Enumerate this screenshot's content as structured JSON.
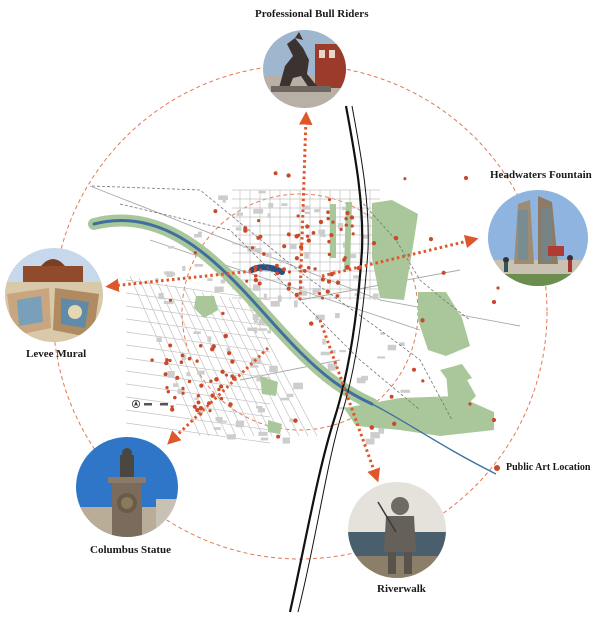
{
  "map": {
    "labels": {
      "bull_riders": "Professional Bull Riders",
      "headwaters": "Headwaters Fountain",
      "levee": "Levee Mural",
      "columbus": "Columbus Statue",
      "riverwalk": "Riverwalk"
    },
    "legend": {
      "label": "Public Art Location"
    },
    "colors": {
      "art_dot": "#c84a2b",
      "arrow": "#e0562b",
      "dashed_ring": "#e07a55",
      "park": "#a9c79a",
      "river": "#3f6fa0",
      "street": "#bdbdbd",
      "building": "#cfcfcf",
      "highway": "#111111"
    },
    "icons": [
      "north-arrow-icon",
      "scale-bar-icon"
    ]
  }
}
